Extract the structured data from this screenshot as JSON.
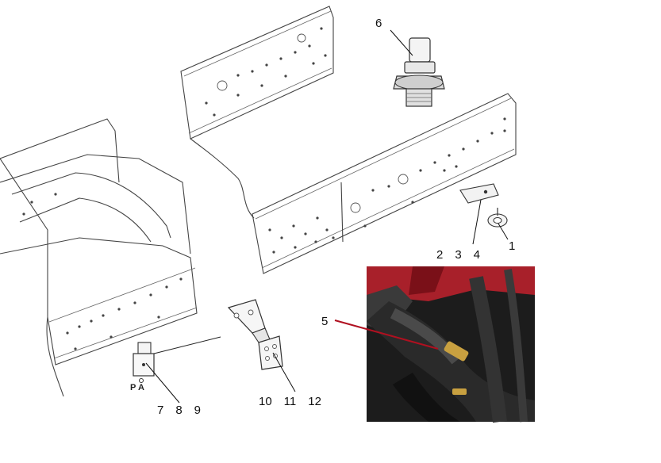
{
  "callouts": {
    "c1": "1",
    "c234": "2 3 4",
    "c5": "5",
    "c6": "6",
    "c789": "7 8 9",
    "c101112": "10 11 12"
  },
  "photo_inset": {
    "description_colors": {
      "hose": "#2a2a2a",
      "clamp": "#c8a040",
      "chassis_red": "#a8202a"
    }
  },
  "leader_colors": {
    "default": "#111111",
    "photo": "#b01020"
  }
}
